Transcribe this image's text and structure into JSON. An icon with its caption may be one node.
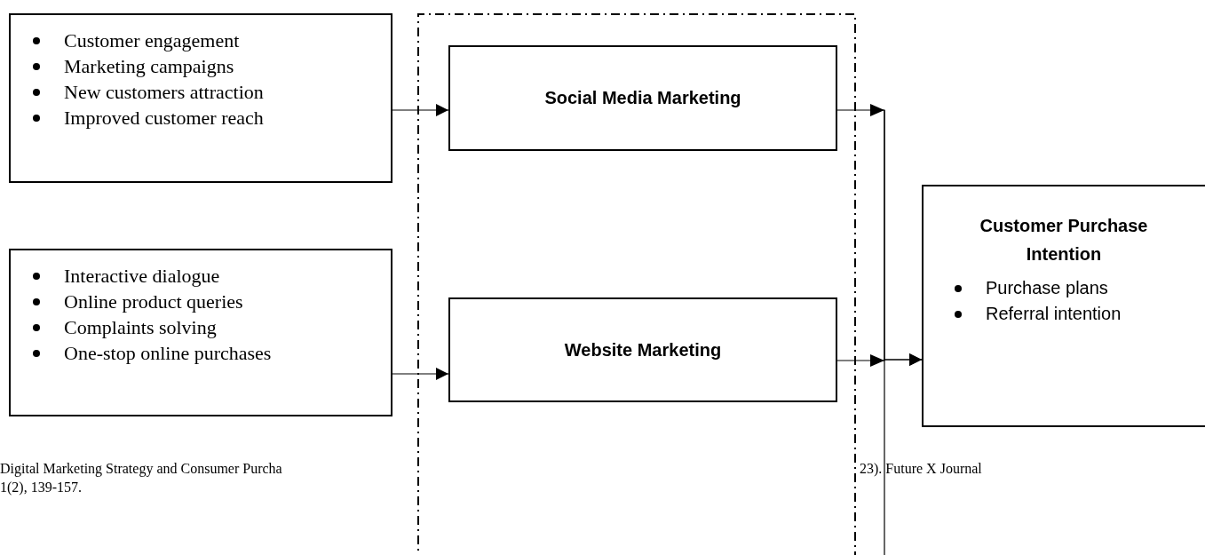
{
  "diagram": {
    "nodes": [
      {
        "text": [
          "Customer engagement",
          "Marketing campaigns",
          "New customers attraction",
          "Improved customer reach"
        ]
      },
      {
        "text": [
          "Interactive dialogue",
          "Online product queries",
          "Complaints solving",
          "One-stop online purchases"
        ]
      },
      {
        "text": [],
        "shape": "box"
      },
      {
        "text": [
          "Social Media Marketing"
        ],
        "in": 2
      },
      {
        "text": [
          "Website Marketing"
        ],
        "in": 2
      },
      {
        "text": [
          "Customer Purchase Intention",
          "Purchase plans",
          "Referral intention"
        ]
      }
    ],
    "edges": [
      {
        "from": 0,
        "to": 3,
        "arrow": "to"
      },
      {
        "from": 1,
        "to": 4,
        "arrow": "to"
      },
      {
        "from": 3,
        "to": 5,
        "arrow": "to"
      },
      {
        "from": 4,
        "to": 5,
        "arrow": "to"
      }
    ],
    "labels": [
      "Digital Marketing Strategy and Consumer Purcha",
      "23). Future X Journal",
      "1(2), 139-157."
    ]
  }
}
